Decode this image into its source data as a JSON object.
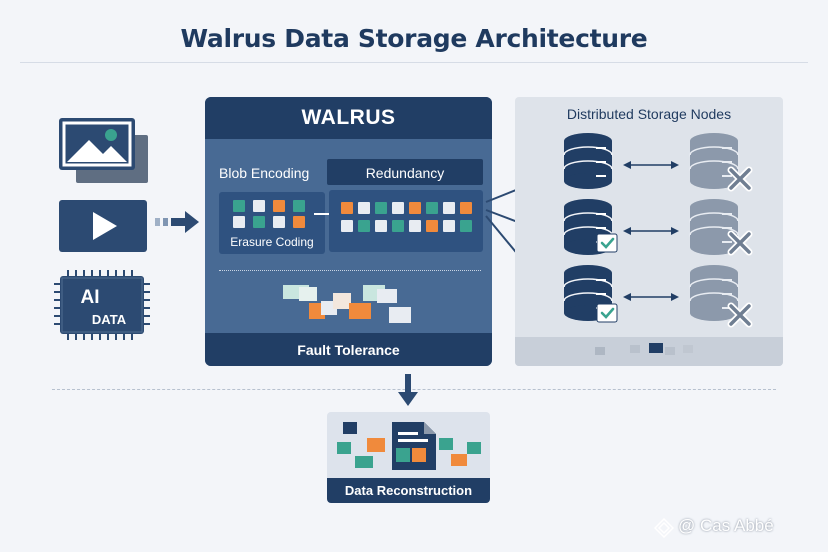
{
  "title": "Walrus Data Storage Architecture",
  "inputs": {
    "image_icon": "image-icon",
    "video_icon": "play-icon",
    "ai_chip_line1": "AI",
    "ai_chip_line2": "DATA"
  },
  "walrus": {
    "title": "WALRUS",
    "blob_encoding": "Blob Encoding",
    "redundancy": "Redundancy",
    "erasure_coding": "Erasure Coding",
    "fault_tolerance": "Fault Tolerance"
  },
  "storage": {
    "title": "Distributed Storage Nodes",
    "rows": [
      {
        "primary_status": "none",
        "replica_status": "failed"
      },
      {
        "primary_status": "verified",
        "replica_status": "failed"
      },
      {
        "primary_status": "verified",
        "replica_status": "failed"
      }
    ]
  },
  "reconstruction": {
    "label": "Data Reconstruction"
  },
  "watermark": "@ Cas Abbé",
  "colors": {
    "navy": "#213e65",
    "panel_blue": "#486a94",
    "teal": "#3aa38f",
    "orange": "#f08a3c",
    "light_block": "#e8ecf2"
  }
}
